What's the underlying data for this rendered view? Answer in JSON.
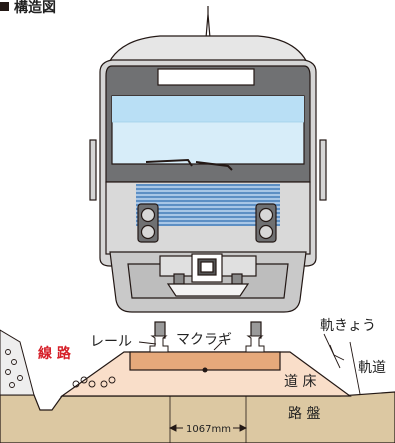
{
  "header": {
    "title": "構造図"
  },
  "labels": {
    "line_route": "線 路",
    "rail": "レール",
    "sleeper": "マクラギ",
    "track_gauge": "軌きょう",
    "track": "軌道",
    "ballast": "道 床",
    "roadbed": "路 盤",
    "gauge": "1067mm"
  },
  "colors": {
    "outline": "#231815",
    "red_label": "#d6202a",
    "ballast_fill": "#f8dcc6",
    "sleeper_fill": "#e4a779",
    "soil_fill": "#ddc9a3",
    "windshield_top": "#c4e4f7",
    "grille": "#6b98c8",
    "body_gray": "#d0d0d0",
    "body_dark": "#6f7072"
  }
}
